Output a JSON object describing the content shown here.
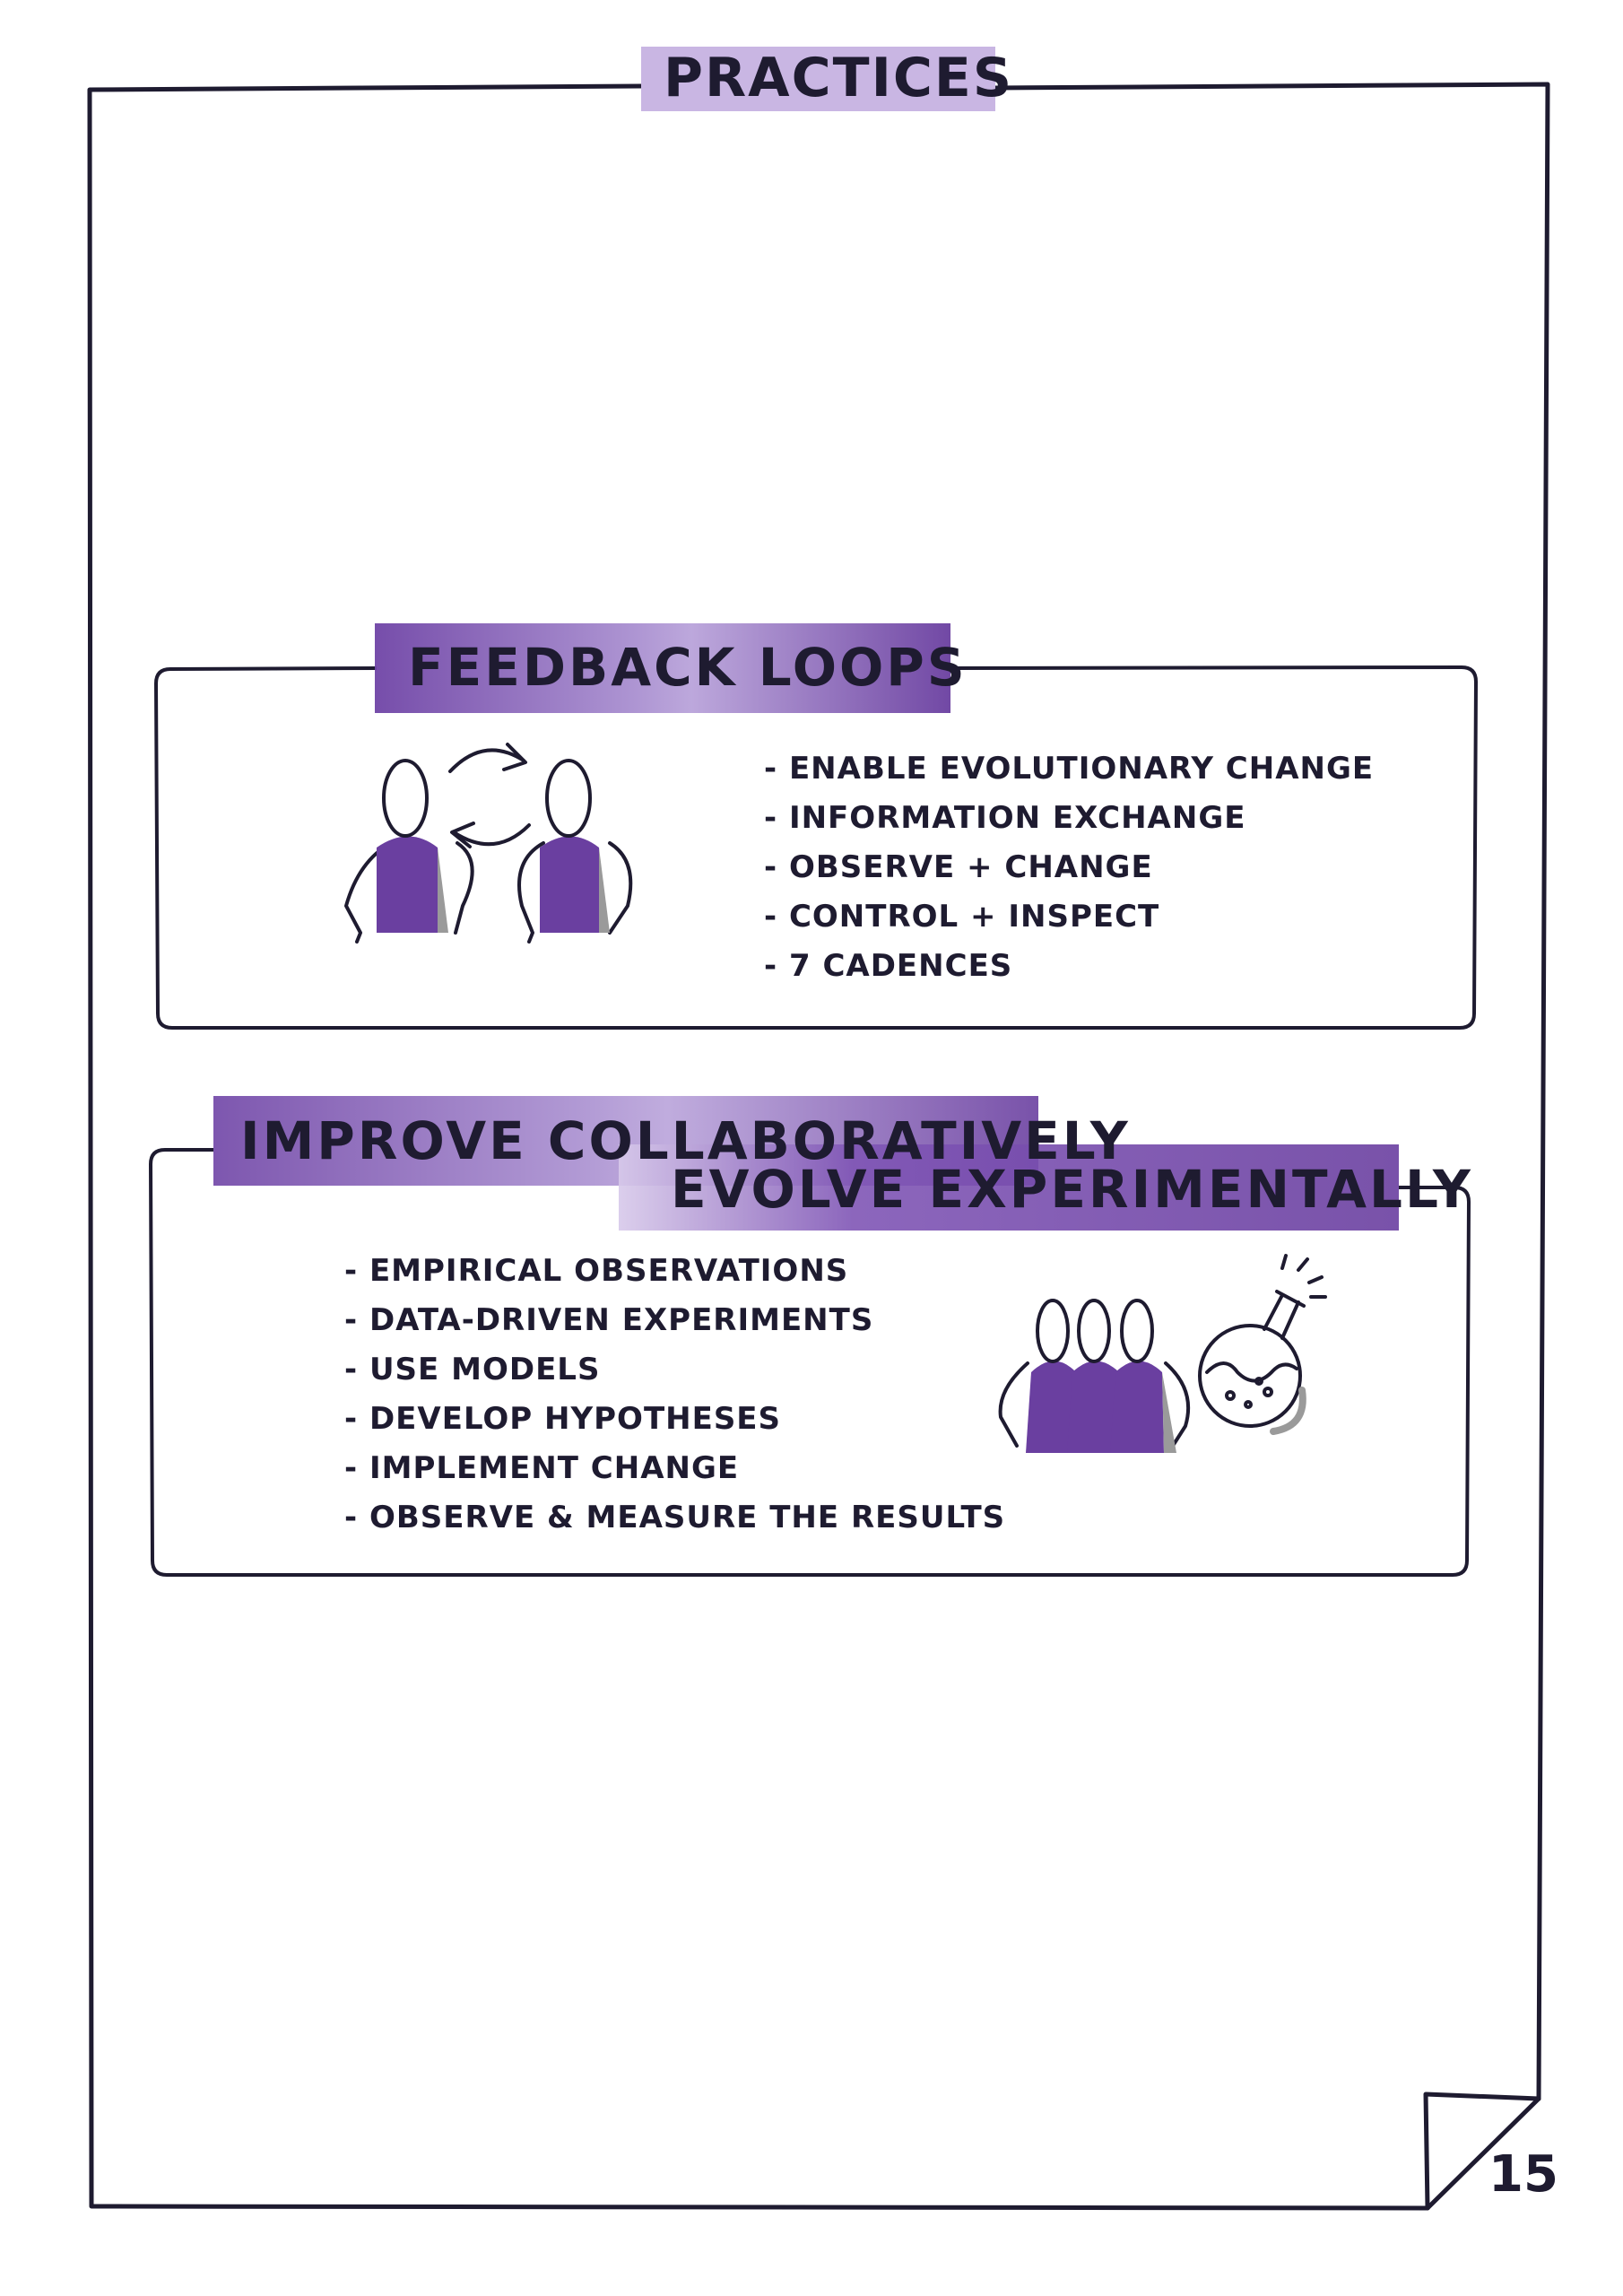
{
  "page": {
    "title": "PRACTICES",
    "page_number": "15"
  },
  "colors": {
    "ink": "#1e1b30",
    "accent_purple": "#6a3fa0",
    "highlight_purple": "#7f55b5",
    "shadow_grey": "#9a9a9a"
  },
  "sections": {
    "feedback": {
      "title": "FEEDBACK LOOPS",
      "items": [
        "ENABLE EVOLUTIONARY CHANGE",
        "INFORMATION EXCHANGE",
        "OBSERVE + CHANGE",
        "CONTROL + INSPECT",
        "7 CADENCES"
      ]
    },
    "improve": {
      "title_line1": "IMPROVE COLLABORATIVELY",
      "title_line2": "EVOLVE EXPERIMENTALLY",
      "items": [
        "EMPIRICAL OBSERVATIONS",
        "DATA-DRIVEN EXPERIMENTS",
        "USE MODELS",
        "DEVELOP HYPOTHESES",
        "IMPLEMENT CHANGE",
        "OBSERVE & MEASURE THE RESULTS"
      ]
    }
  },
  "icons": {
    "feedback_illustration": "two-people-exchange-icon",
    "improve_illustration": "team-of-three-icon",
    "experiment_illustration": "flask-icon"
  }
}
